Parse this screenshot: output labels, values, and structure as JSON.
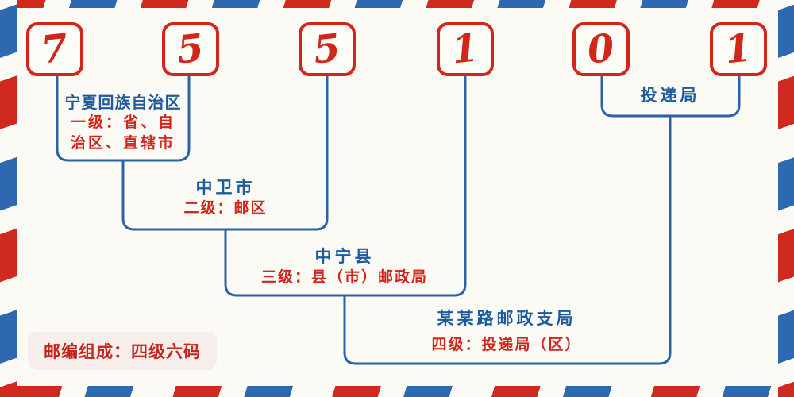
{
  "postal_code": {
    "value": "755101",
    "digits": [
      "7",
      "5",
      "5",
      "1",
      "0",
      "1"
    ]
  },
  "levels": {
    "level1": {
      "name": "宁夏回族自治区",
      "desc_lines": [
        "一级：省、自",
        "治区、直辖市"
      ]
    },
    "level2": {
      "name": "中卫市",
      "desc": "二级：邮区"
    },
    "level3": {
      "name": "中宁县",
      "desc": "三级：县（市）邮政局"
    },
    "level4": {
      "name": "某某路邮政支局",
      "desc": "四级：投递局（区）"
    },
    "delivery": {
      "name": "投递局"
    }
  },
  "footer": {
    "badge_text": "邮编组成：四级六码"
  },
  "colors": {
    "background": "#fbfaf4",
    "digit_red": "#d2261a",
    "label_blue": "#1d5b9e",
    "label_red": "#d3251b",
    "line_blue": "#2b63a6",
    "stripe_red": "#d02a1f",
    "stripe_blue": "#2d68b0",
    "badge_background": "#f7edea",
    "badge_text_color": "#c3241c"
  }
}
